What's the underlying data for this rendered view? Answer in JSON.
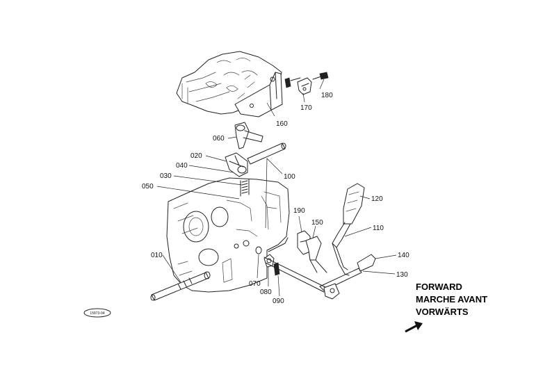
{
  "parts": [
    {
      "id": "010",
      "label": "010"
    },
    {
      "id": "020",
      "label": "020"
    },
    {
      "id": "030",
      "label": "030"
    },
    {
      "id": "040",
      "label": "040"
    },
    {
      "id": "050",
      "label": "050"
    },
    {
      "id": "060",
      "label": "060"
    },
    {
      "id": "070",
      "label": "070"
    },
    {
      "id": "080",
      "label": "080"
    },
    {
      "id": "090",
      "label": "090"
    },
    {
      "id": "100",
      "label": "100"
    },
    {
      "id": "110",
      "label": "110"
    },
    {
      "id": "120",
      "label": "120"
    },
    {
      "id": "130",
      "label": "130"
    },
    {
      "id": "140",
      "label": "140"
    },
    {
      "id": "150",
      "label": "150"
    },
    {
      "id": "160",
      "label": "160"
    },
    {
      "id": "170",
      "label": "170"
    },
    {
      "id": "180",
      "label": "180"
    },
    {
      "id": "190",
      "label": "190"
    }
  ],
  "reference_code": "15873-04",
  "direction": {
    "line1": "FORWARD",
    "line2": "MARCHE AVANT",
    "line3": "VORWÄRTS"
  }
}
